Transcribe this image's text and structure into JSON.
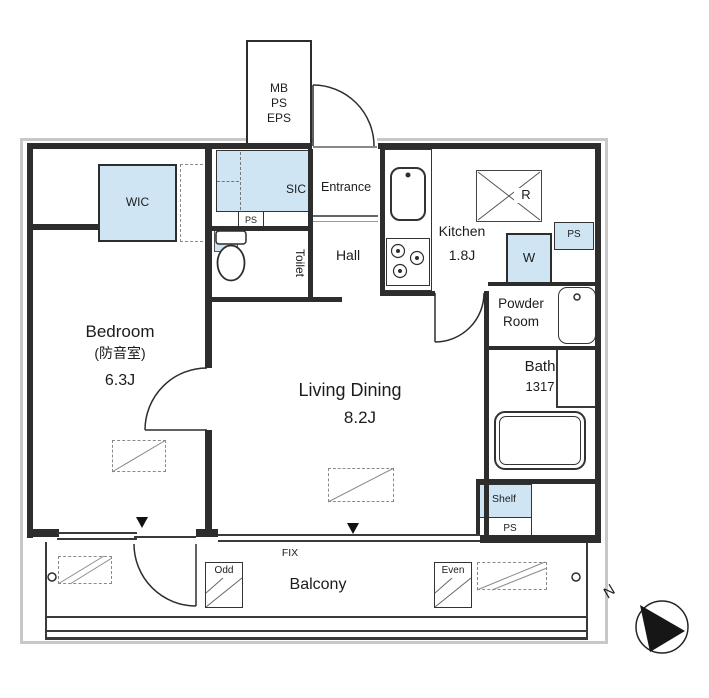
{
  "colors": {
    "wall": "#2d2d2d",
    "blue": "#cfe5f4",
    "band": "#c8c8c8"
  },
  "shaft": {
    "lines": [
      "MB",
      "PS",
      "EPS"
    ]
  },
  "closets": {
    "wic": "WIC",
    "sic": "SIC"
  },
  "entrance": {
    "label": "Entrance"
  },
  "hall": {
    "label": "Hall"
  },
  "toilet": {
    "label": "Toilet"
  },
  "ps": {
    "top": "PS",
    "right": "PS",
    "bottom": "PS"
  },
  "kitchen": {
    "name": "Kitchen",
    "size": "1.8J"
  },
  "fridge": {
    "label": "R"
  },
  "washer": {
    "label": "W"
  },
  "powder_room": {
    "line1": "Powder",
    "line2": "Room"
  },
  "bath": {
    "name": "Bath",
    "size": "1317"
  },
  "bedroom": {
    "name": "Bedroom",
    "note": "(防音室)",
    "size": "6.3J"
  },
  "living": {
    "name": "Living Dining",
    "size": "8.2J"
  },
  "shelf": {
    "label": "Shelf"
  },
  "balcony": {
    "name": "Balcony",
    "fix": "FIX",
    "odd": "Odd",
    "even": "Even"
  },
  "compass": {
    "label": "N"
  }
}
